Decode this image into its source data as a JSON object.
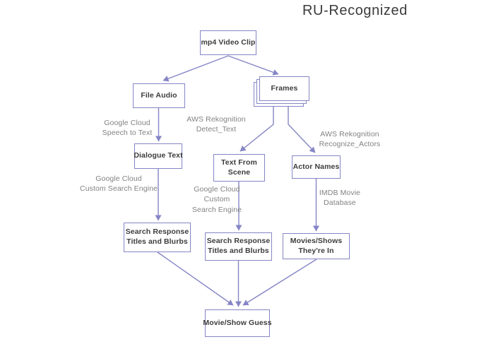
{
  "title": "RU-Recognized",
  "colors": {
    "accent": "#8585c6",
    "box_text": "#3c3c3c",
    "label_text": "#828282",
    "bg": "#ffffff"
  },
  "nodes": {
    "mp4_video_clip": "mp4 Video Clip",
    "file_audio": "File Audio",
    "frames": "Frames",
    "dialogue_text": "Dialogue Text",
    "text_from_scene": "Text From\nScene",
    "actor_names": "Actor Names",
    "search_response_left": "Search Response\nTitles and Blurbs",
    "search_response_mid": "Search Response\nTitles and Blurbs",
    "movies_shows": "Movies/Shows\nThey're In",
    "movie_show_guess": "Movie/Show Guess"
  },
  "edge_labels": {
    "speech_to_text": "Google Cloud\nSpeech to Text",
    "detect_text": "AWS Rekognition\nDetect_Text",
    "recognize_actors": "AWS Rekognition\nRecognize_Actors",
    "custom_search_left": "Google Cloud\nCustom Search Engine",
    "custom_search_mid": "Google Cloud\nCustom\nSearch Engine",
    "imdb": "IMDB Movie\nDatabase"
  }
}
